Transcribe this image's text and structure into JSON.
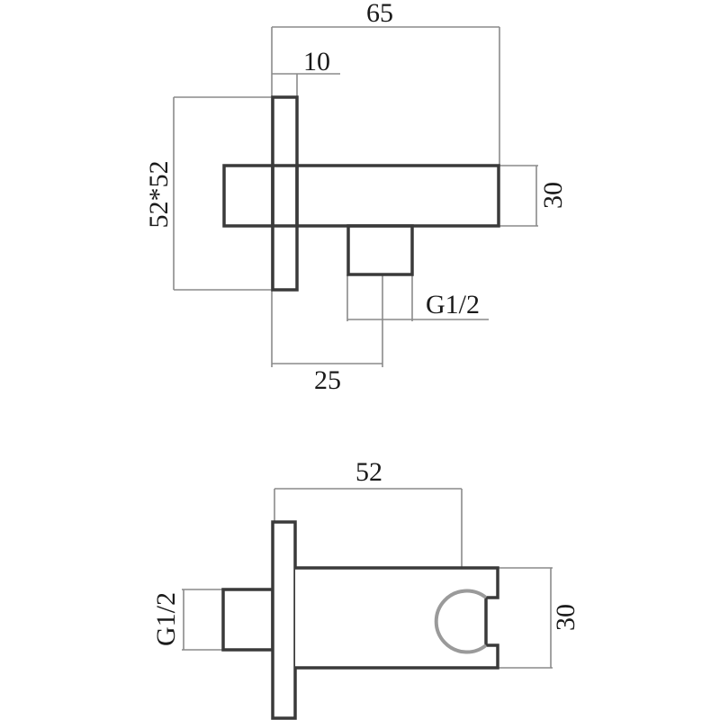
{
  "top_view": {
    "dim_overall_length": "65",
    "dim_flange_thickness": "10",
    "dim_flange_size": "52*52",
    "dim_body_height": "30",
    "dim_thread": "G1/2",
    "dim_outlet_offset": "25"
  },
  "side_view": {
    "dim_length": "52",
    "dim_thread": "G1/2",
    "dim_height": "30"
  }
}
